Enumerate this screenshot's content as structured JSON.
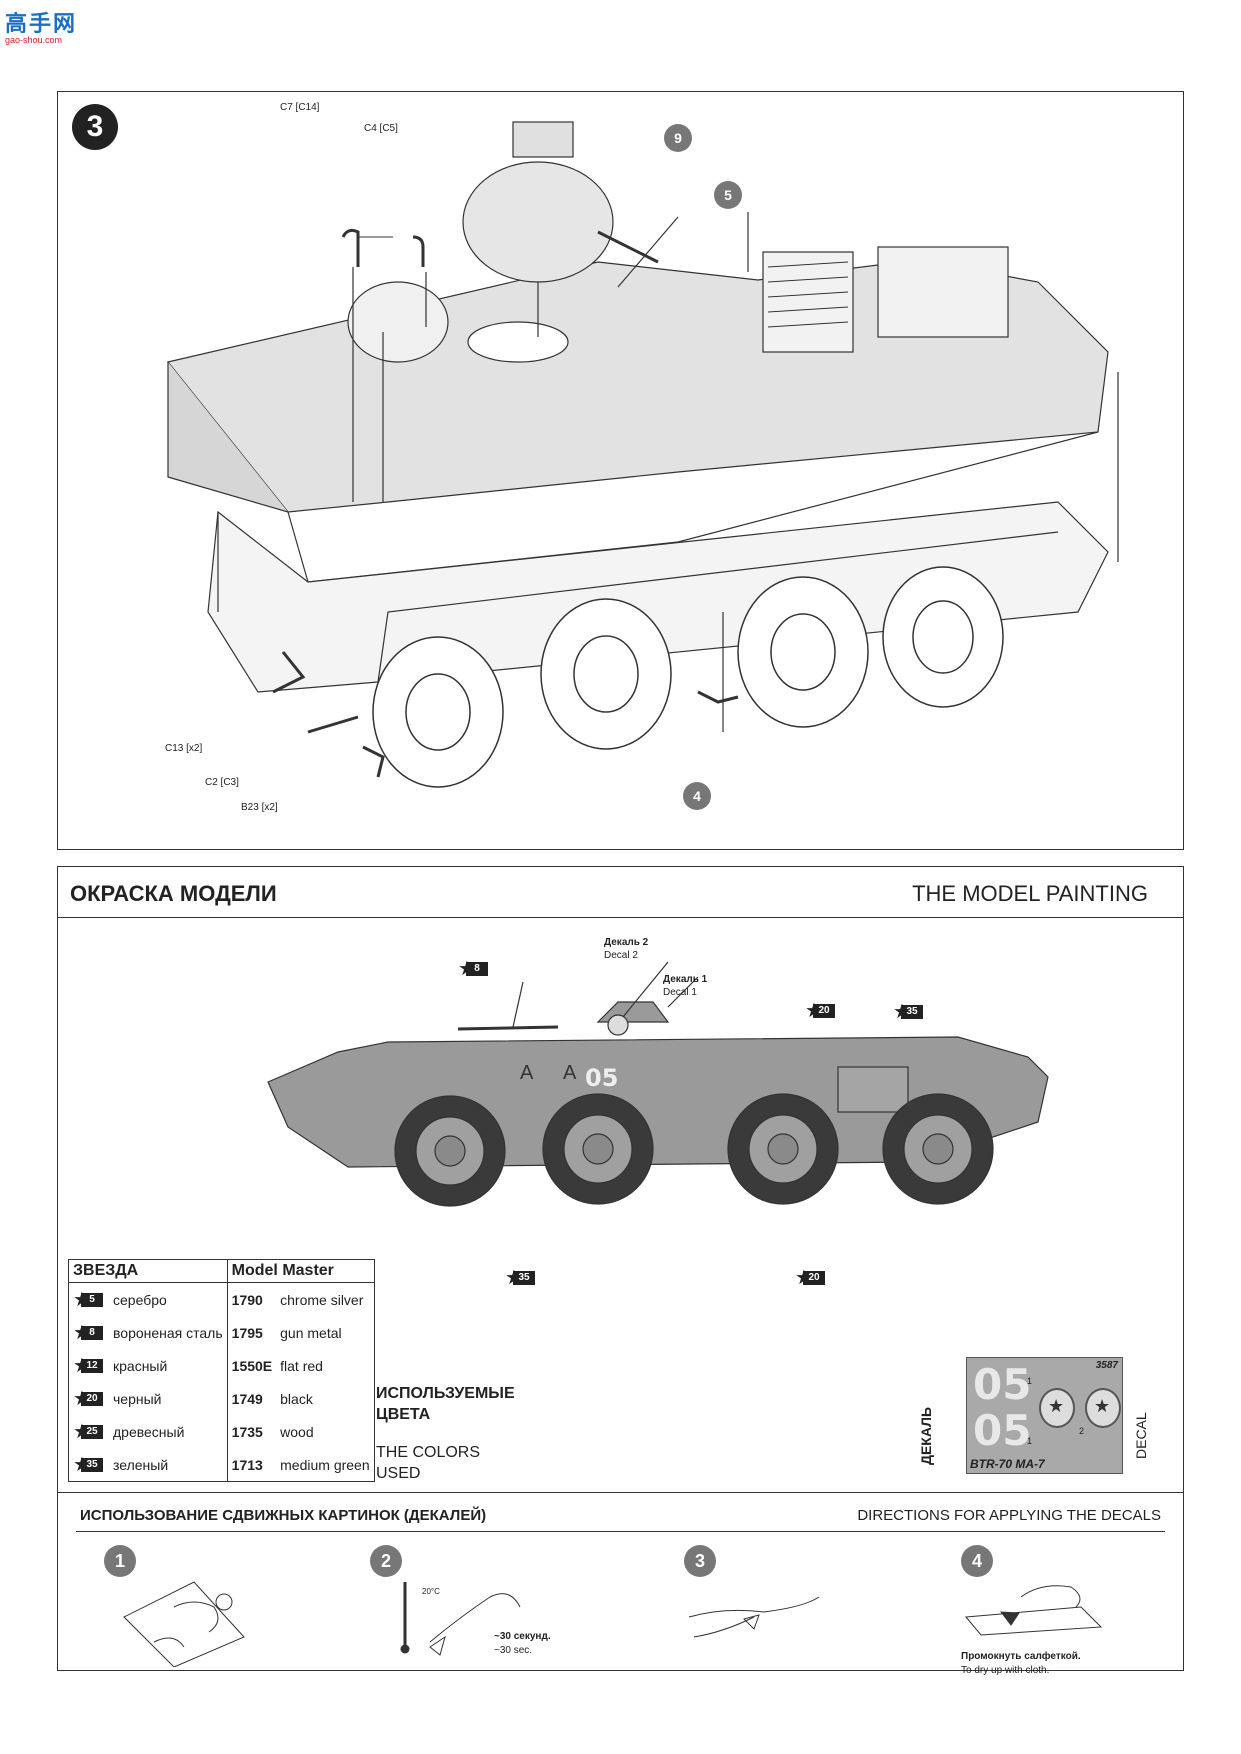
{
  "site_logo": {
    "big": "高手网",
    "small": "gao-shou.com"
  },
  "step3": {
    "number": "3",
    "callouts": {
      "c7": "C7 [C14]",
      "c4": "C4 [C5]",
      "c13": "C13 [x2]",
      "c2": "C2 [C3]",
      "b23": "B23 [x2]"
    },
    "circles": {
      "nine": "9",
      "five": "5",
      "four": "4"
    }
  },
  "painting": {
    "title_ru": "ОКРАСКА МОДЕЛИ",
    "title_en": "THE MODEL PAINTING",
    "decal2_ru": "Декаль 2",
    "decal2_en": "Decal 2",
    "decal1_ru": "Декаль 1",
    "decal1_en": "Decal 1",
    "vehicle_number": "05",
    "labels": {
      "a": "8",
      "b": "20",
      "c": "35",
      "d": "35",
      "e": "20"
    },
    "table": {
      "col1": "ЗВЕЗДА",
      "col2": "Model Master",
      "rows": [
        {
          "code": "5",
          "ru": "серебро",
          "mm": "1790",
          "en": "chrome silver"
        },
        {
          "code": "8",
          "ru": "вороненая сталь",
          "mm": "1795",
          "en": "gun metal"
        },
        {
          "code": "12",
          "ru": "красный",
          "mm": "1550E",
          "en": "flat red"
        },
        {
          "code": "20",
          "ru": "черный",
          "mm": "1749",
          "en": "black"
        },
        {
          "code": "25",
          "ru": "древесный",
          "mm": "1735",
          "en": "wood"
        },
        {
          "code": "35",
          "ru": "зеленый",
          "mm": "1713",
          "en": "medium green"
        }
      ]
    },
    "used_ru_1": "ИСПОЛЬЗУЕМЫЕ",
    "used_ru_2": "ЦВЕТА",
    "used_en_1": "THE COLORS",
    "used_en_2": "USED",
    "decal_sheet": {
      "vertical_ru": "ДЕКАЛЬ",
      "vertical_en": "DECAL",
      "part_number": "3587",
      "number_top": "05",
      "number_bottom": "05",
      "model": "BTR-70 MA-7",
      "idx1": "1",
      "idx2": "2",
      "idx3": "1"
    },
    "directions_ru": "ИСПОЛЬЗОВАНИЕ СДВИЖНЫХ КАРТИНОК (ДЕКАЛЕЙ)",
    "directions_en": "DIRECTIONS  FOR APPLYING THE DECALS",
    "steps": [
      {
        "n": "1",
        "cap_ru": "",
        "cap_en": ""
      },
      {
        "n": "2",
        "cap_ru": "~30 секунд.",
        "cap_en": "~30 sec.",
        "temp": "20°C"
      },
      {
        "n": "3",
        "cap_ru": "",
        "cap_en": ""
      },
      {
        "n": "4",
        "cap_ru": "Промокнуть салфеткой.",
        "cap_en": "To dry up with cloth."
      }
    ]
  }
}
